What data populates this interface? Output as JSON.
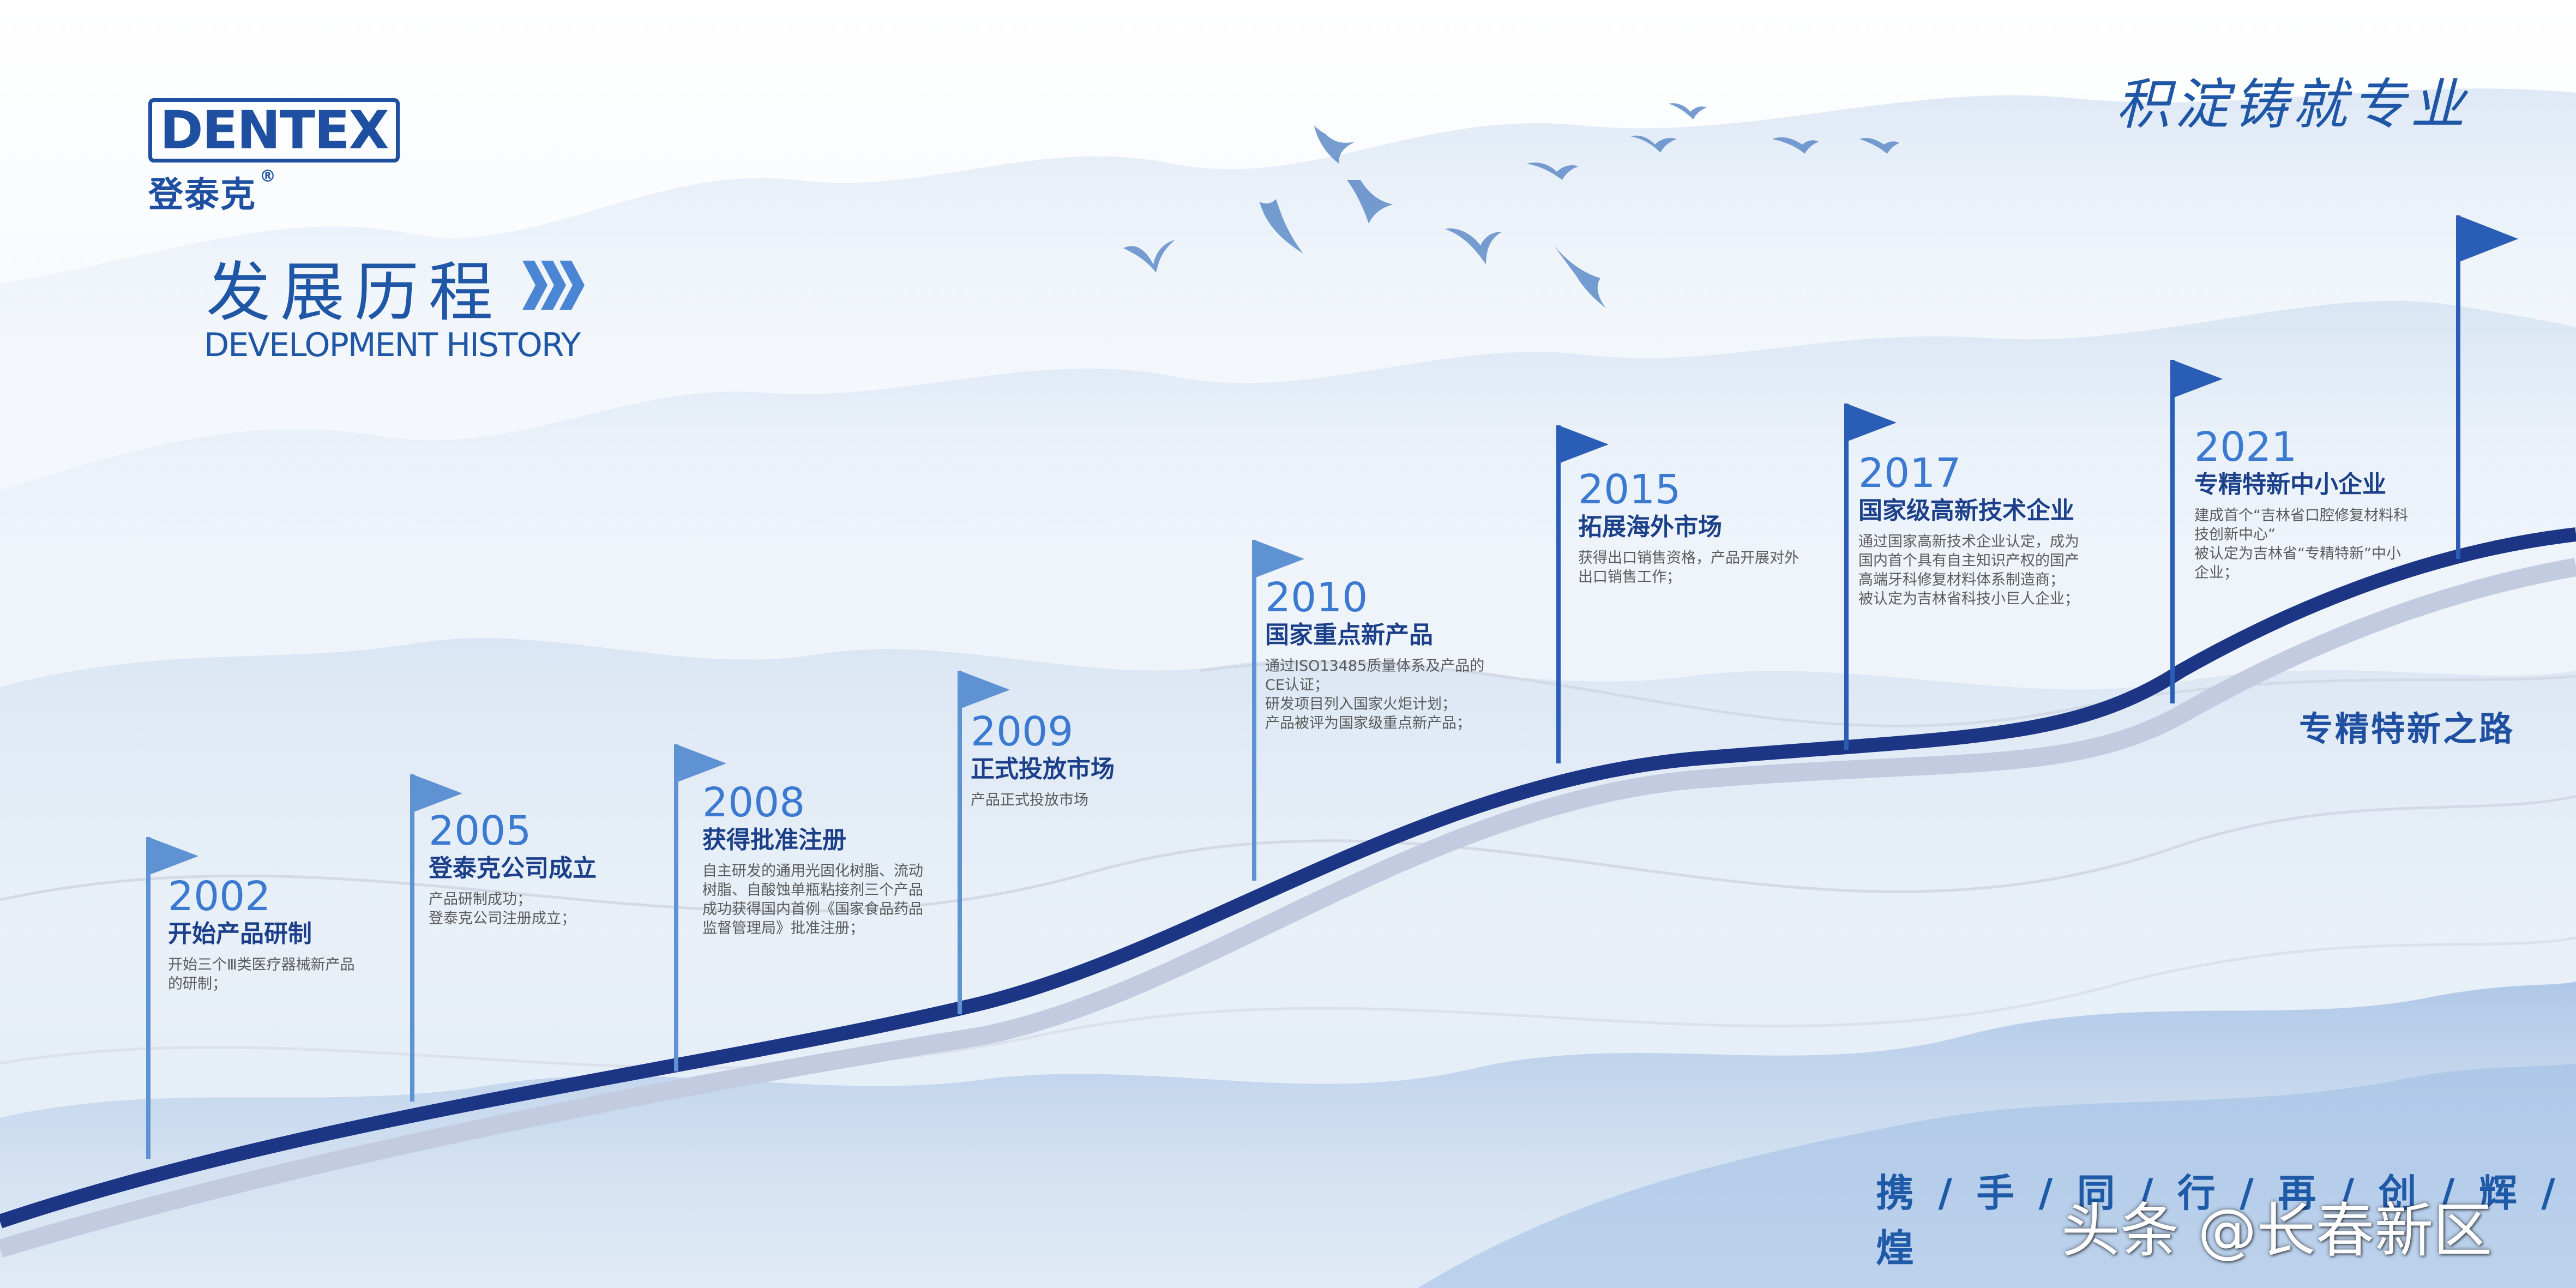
{
  "logo": {
    "brand_en": "DENTEX",
    "brand_cn": "登泰克",
    "registered_mark": "®"
  },
  "heading": {
    "title_cn": "发展历程",
    "title_en": "DEVELOPMENT HISTORY",
    "arrows_icon": "triple-chevron-right"
  },
  "motto": "积淀铸就专业",
  "road_title": "专精特新之路",
  "slogan": "携 / 手 / 同 / 行 / 再 / 创 / 辉 / 煌",
  "watermark": "头条 @长春新区",
  "colors": {
    "primary": "#1c3f8a",
    "accent": "#3b7ad0",
    "flag_light": "#5f92d3",
    "flag_dark": "#2a5db5",
    "road": "#1d3585",
    "road_shadow": "#c3cbe0",
    "mountain": "#a9c3e3"
  },
  "milestones": [
    {
      "year": "2002",
      "title": "开始产品研制",
      "desc": "开始三个Ⅲ类医疗器械新产品\n的研制；"
    },
    {
      "year": "2005",
      "title": "登泰克公司成立",
      "desc": "产品研制成功；\n登泰克公司注册成立；"
    },
    {
      "year": "2008",
      "title": "获得批准注册",
      "desc": "自主研发的通用光固化树脂、流动\n树脂、自酸蚀单瓶粘接剂三个产品\n成功获得国内首例《国家食品药品\n监督管理局》批准注册；"
    },
    {
      "year": "2009",
      "title": "正式投放市场",
      "desc": "产品正式投放市场"
    },
    {
      "year": "2010",
      "title": "国家重点新产品",
      "desc": "通过ISO13485质量体系及产品的\nCE认证；\n研发项目列入国家火炬计划；\n产品被评为国家级重点新产品；"
    },
    {
      "year": "2015",
      "title": "拓展海外市场",
      "desc": "获得出口销售资格，产品开展对外\n出口销售工作；"
    },
    {
      "year": "2017",
      "title": "国家级高新技术企业",
      "desc": "通过国家高新技术企业认定，成为\n国内首个具有自主知识产权的国产\n高端牙科修复材料体系制造商；\n被认定为吉林省科技小巨人企业；"
    },
    {
      "year": "2021",
      "title": "专精特新中小企业",
      "desc": "建成首个“吉林省口腔修复材料科\n技创新中心”\n被认定为吉林省“专精特新”中小\n企业；"
    }
  ]
}
